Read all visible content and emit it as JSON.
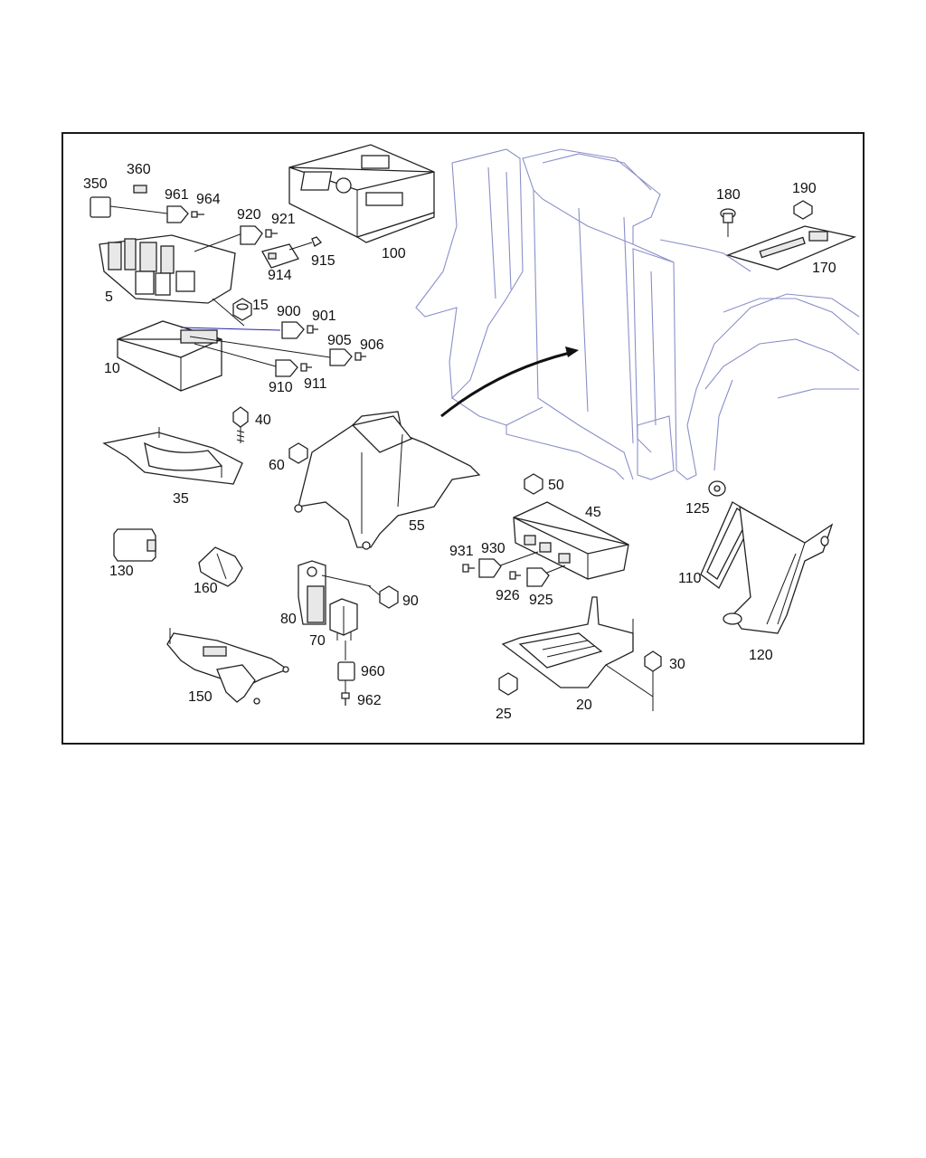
{
  "labels": {
    "l350": "350",
    "l360": "360",
    "l961": "961",
    "l964": "964",
    "l920": "920",
    "l921": "921",
    "l915": "915",
    "l914": "914",
    "l100": "100",
    "l5": "5",
    "l15": "15",
    "l900": "900",
    "l901": "901",
    "l905": "905",
    "l906": "906",
    "l10": "10",
    "l910": "910",
    "l911": "911",
    "l180": "180",
    "l190": "190",
    "l170": "170",
    "l40": "40",
    "l35": "35",
    "l60": "60",
    "l55": "55",
    "l50": "50",
    "l45": "45",
    "l931": "931",
    "l930": "930",
    "l926": "926",
    "l925": "925",
    "l125": "125",
    "l110": "110",
    "l120": "120",
    "l130": "130",
    "l160": "160",
    "l80": "80",
    "l90": "90",
    "l70": "70",
    "l960": "960",
    "l962": "962",
    "l150": "150",
    "l30": "30",
    "l25": "25",
    "l20": "20"
  },
  "colors": {
    "car_outline": "#8a8fc8",
    "leader_blue": "#2222aa",
    "line": "#222222"
  }
}
